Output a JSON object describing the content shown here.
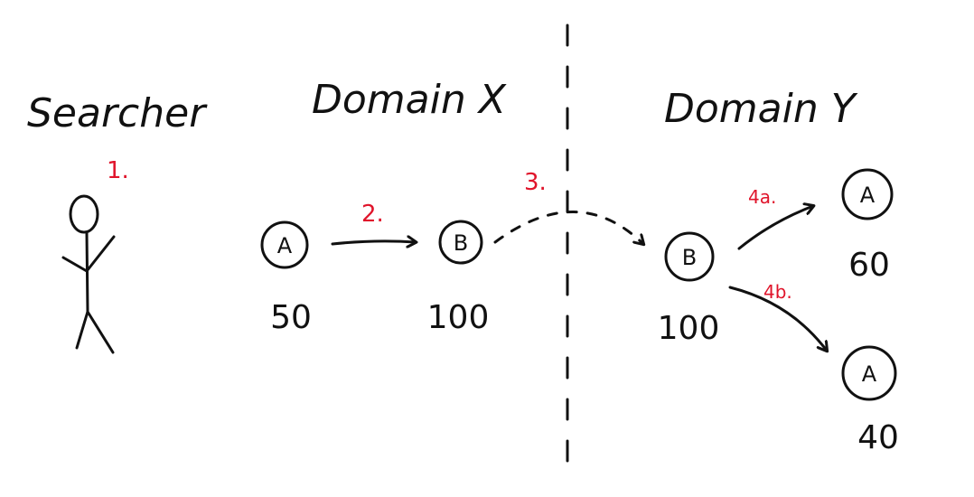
{
  "labels": {
    "searcher": "Searcher",
    "domain_x": "Domain X",
    "domain_y": "Domain Y"
  },
  "nodes": {
    "x_a": {
      "letter": "A",
      "value": "50"
    },
    "x_b": {
      "letter": "B",
      "value": "100"
    },
    "y_b": {
      "letter": "B",
      "value": "100"
    },
    "y_a_top": {
      "letter": "A",
      "value": "60"
    },
    "y_a_bottom": {
      "letter": "A",
      "value": "40"
    }
  },
  "steps": {
    "s1": "1.",
    "s2": "2.",
    "s3": "3.",
    "s4a": "4a.",
    "s4b": "4b."
  },
  "colors": {
    "ink": "#111111",
    "step": "#e0142b"
  }
}
